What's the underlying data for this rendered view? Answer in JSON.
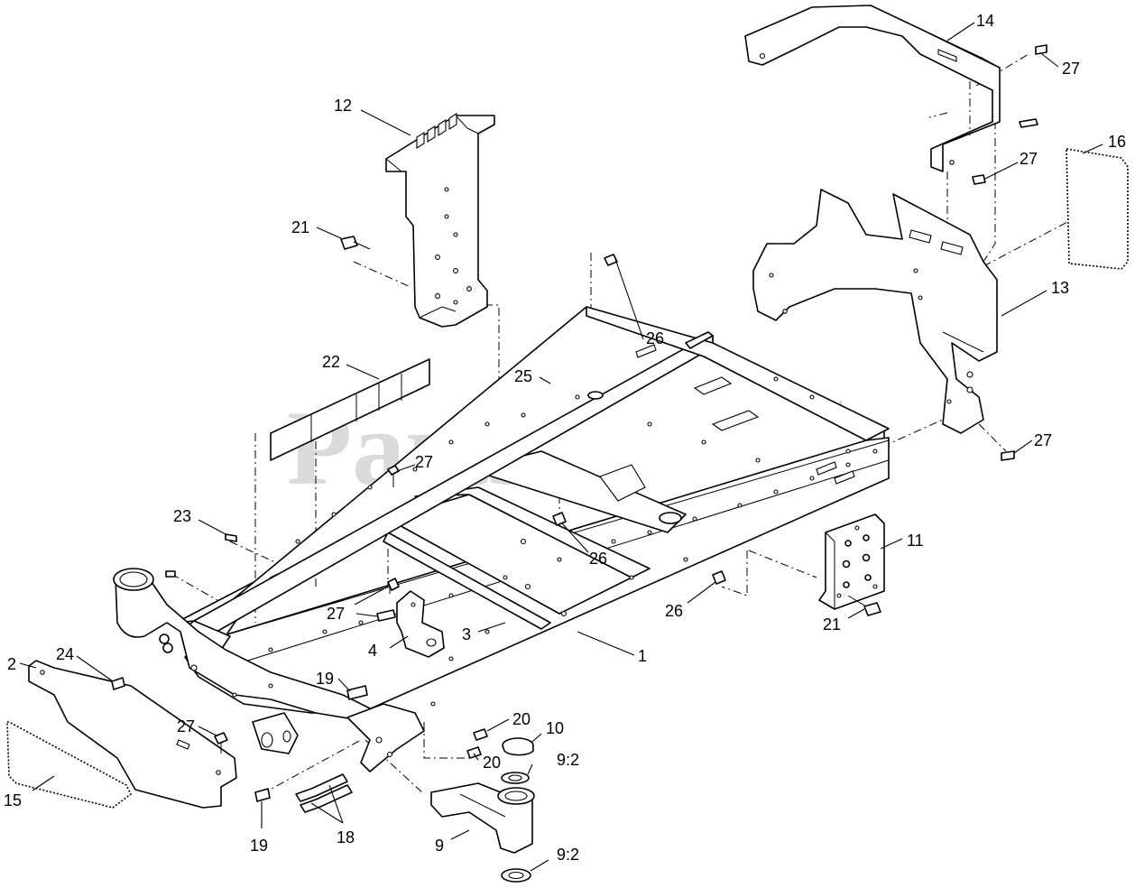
{
  "watermark": {
    "text": "PartsTree",
    "mark": "TM"
  },
  "callouts": [
    {
      "id": "c1",
      "label": "1"
    },
    {
      "id": "c2",
      "label": "2"
    },
    {
      "id": "c3",
      "label": "3"
    },
    {
      "id": "c4",
      "label": "4"
    },
    {
      "id": "c9",
      "label": "9"
    },
    {
      "id": "c9b",
      "label": "9:2"
    },
    {
      "id": "c9c",
      "label": "9:2"
    },
    {
      "id": "c10",
      "label": "10"
    },
    {
      "id": "c11",
      "label": "11"
    },
    {
      "id": "c12",
      "label": "12"
    },
    {
      "id": "c13",
      "label": "13"
    },
    {
      "id": "c14",
      "label": "14"
    },
    {
      "id": "c15",
      "label": "15"
    },
    {
      "id": "c16",
      "label": "16"
    },
    {
      "id": "c18",
      "label": "18"
    },
    {
      "id": "c19a",
      "label": "19"
    },
    {
      "id": "c19b",
      "label": "19"
    },
    {
      "id": "c20a",
      "label": "20"
    },
    {
      "id": "c20b",
      "label": "20"
    },
    {
      "id": "c21a",
      "label": "21"
    },
    {
      "id": "c21b",
      "label": "21"
    },
    {
      "id": "c22",
      "label": "22"
    },
    {
      "id": "c23",
      "label": "23"
    },
    {
      "id": "c24",
      "label": "24"
    },
    {
      "id": "c25",
      "label": "25"
    },
    {
      "id": "c26a",
      "label": "26"
    },
    {
      "id": "c26b",
      "label": "26"
    },
    {
      "id": "c26c",
      "label": "26"
    },
    {
      "id": "c27a",
      "label": "27"
    },
    {
      "id": "c27b",
      "label": "27"
    },
    {
      "id": "c27c",
      "label": "27"
    },
    {
      "id": "c27d",
      "label": "27"
    },
    {
      "id": "c27e",
      "label": "27"
    },
    {
      "id": "c27f",
      "label": "27"
    }
  ]
}
